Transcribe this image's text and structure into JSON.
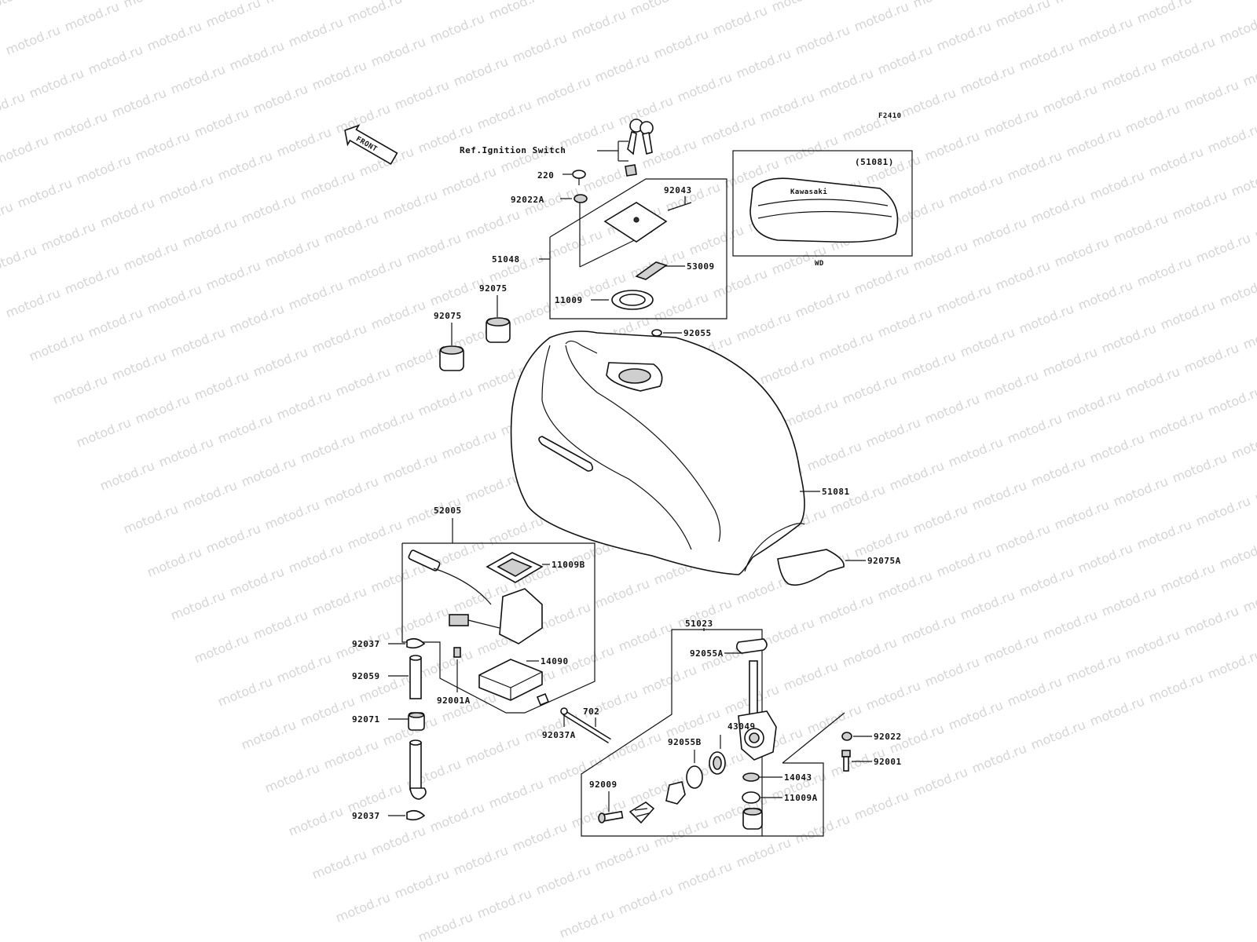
{
  "figure_code": "F2410",
  "front_label": "FRONT",
  "ref_ignition": "Ref.Ignition Switch",
  "inset": {
    "code": "(51081)",
    "sub": "WD",
    "brand": "Kawasaki"
  },
  "watermark": "motod.ru",
  "parts": {
    "p220": "220",
    "p92022A": "92022A",
    "p92043": "92043",
    "p51048": "51048",
    "p53009": "53009",
    "p11009": "11009",
    "p92055": "92055",
    "p92075_top": "92075",
    "p92075_left": "92075",
    "p51081": "51081",
    "p92075A": "92075A",
    "p52005": "52005",
    "p11009B": "11009B",
    "p14090": "14090",
    "p92001A": "92001A",
    "p702": "702",
    "p92037A": "92037A",
    "p92037_top": "92037",
    "p92059": "92059",
    "p92071": "92071",
    "p92037_bottom": "92037",
    "p51023": "51023",
    "p92055A": "92055A",
    "p43049": "43049",
    "p92055B": "92055B",
    "p92009": "92009",
    "p14043": "14043",
    "p11009A": "11009A",
    "p92022": "92022",
    "p92001": "92001"
  }
}
